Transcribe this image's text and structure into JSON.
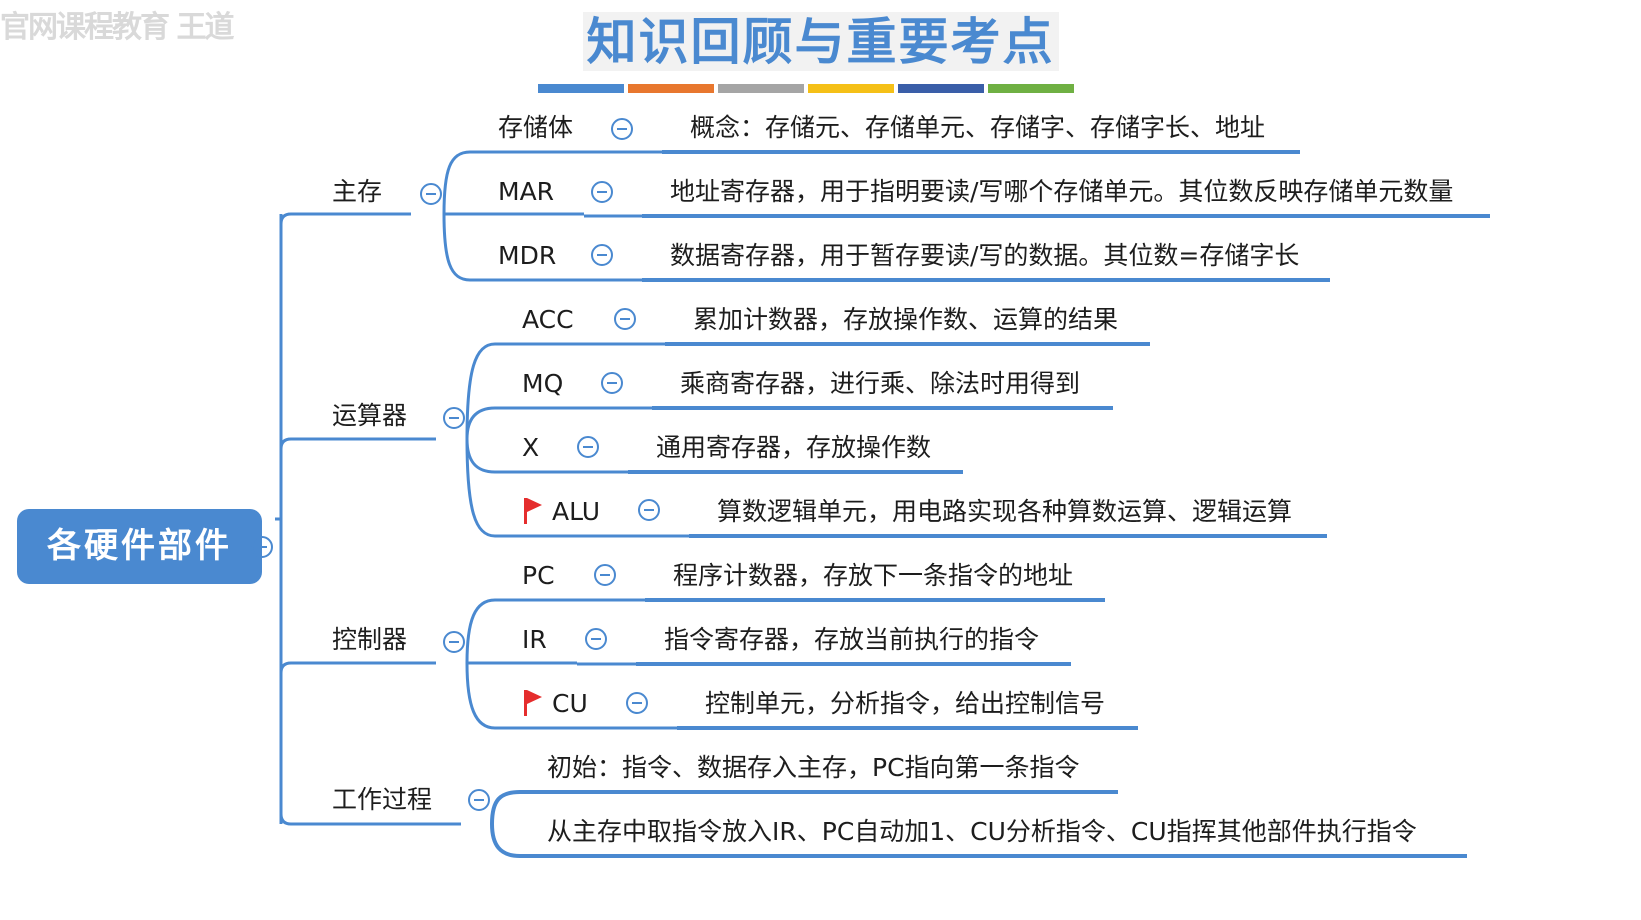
{
  "watermark": "官网课程教育 王道",
  "title": "知识回顾与重要考点",
  "stripe_colors": [
    "#4a89d0",
    "#e8772e",
    "#a5a5a5",
    "#f5c017",
    "#3a5ea8",
    "#6fb043"
  ],
  "line_color": "#4a89d0",
  "flag_color": "#e52d2d",
  "root": {
    "label": "各硬件部件"
  },
  "branches": [
    {
      "key": "main_memory",
      "label": "主存",
      "children": [
        {
          "label": "存储体",
          "desc": "概念：存储元、存储单元、存储字、存储字长、地址"
        },
        {
          "label": "MAR",
          "desc": "地址寄存器，用于指明要读/写哪个存储单元。其位数反映存储单元数量"
        },
        {
          "label": "MDR",
          "desc": "数据寄存器，用于暂存要读/写的数据。其位数=存储字长"
        }
      ]
    },
    {
      "key": "alu_unit",
      "label": "运算器",
      "children": [
        {
          "label": "ACC",
          "desc": "累加计数器，存放操作数、运算的结果"
        },
        {
          "label": "MQ",
          "desc": "乘商寄存器，进行乘、除法时用得到"
        },
        {
          "label": "X",
          "desc": "通用寄存器，存放操作数"
        },
        {
          "label": "ALU",
          "flag": true,
          "desc": "算数逻辑单元，用电路实现各种算数运算、逻辑运算"
        }
      ]
    },
    {
      "key": "controller",
      "label": "控制器",
      "children": [
        {
          "label": "PC",
          "desc": "程序计数器，存放下一条指令的地址"
        },
        {
          "label": "IR",
          "desc": "指令寄存器，存放当前执行的指令"
        },
        {
          "label": "CU",
          "flag": true,
          "desc": "控制单元，分析指令，给出控制信号"
        }
      ]
    },
    {
      "key": "process",
      "label": "工作过程",
      "steps": [
        "初始：指令、数据存入主存，PC指向第一条指令",
        "从主存中取指令放入IR、PC自动加1、CU分析指令、CU指挥其他部件执行指令"
      ]
    }
  ]
}
